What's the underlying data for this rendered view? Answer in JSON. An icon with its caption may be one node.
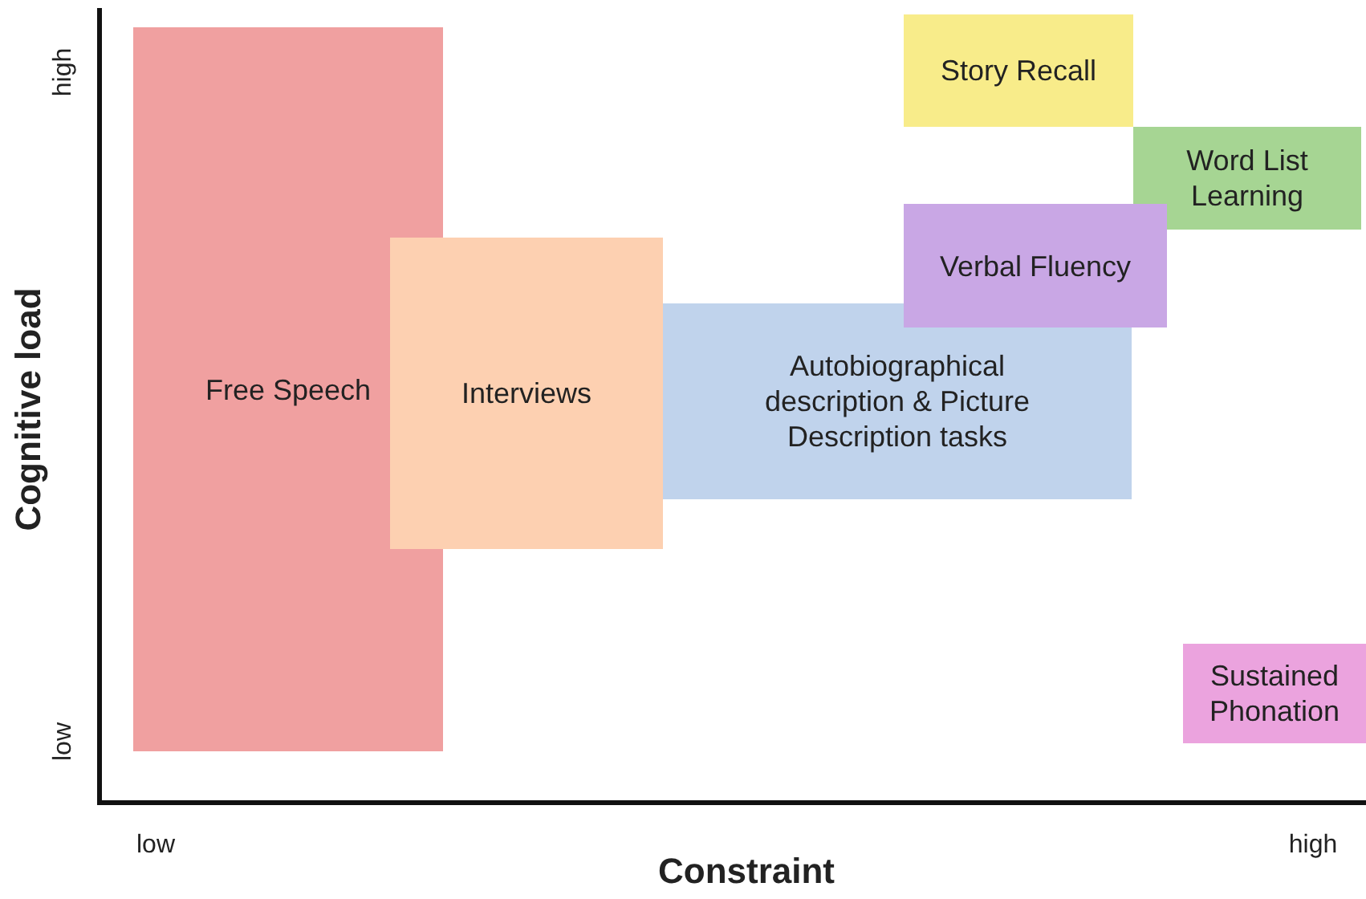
{
  "diagram": {
    "nodes": [
      {
        "text": [
          "Free Speech"
        ]
      },
      {
        "text": [
          "Interviews"
        ]
      },
      {
        "text": [
          "Autobiographical description & Picture Description tasks"
        ]
      },
      {
        "text": [
          "Story Recall"
        ]
      },
      {
        "text": [
          "Word List Learning"
        ]
      },
      {
        "text": [
          "Verbal Fluency"
        ]
      },
      {
        "text": [
          "Sustained Phonation"
        ]
      }
    ],
    "labels": [
      "Cognitive load",
      "high",
      "low",
      "low",
      "high",
      "Constraint"
    ]
  }
}
